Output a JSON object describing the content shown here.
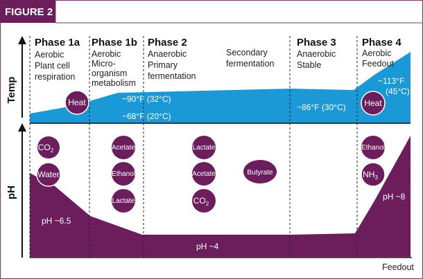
{
  "figure_label": "FIGURE 2",
  "colors": {
    "purple": "#6b1d5c",
    "blue": "#1a99d6",
    "header": "#6b1d5c",
    "frame": "#7a3270"
  },
  "axes": {
    "temp": "Temp",
    "ph": "pH",
    "x_end": "Feedout"
  },
  "phases": [
    {
      "title": "Phase 1a",
      "desc": [
        "Aerobic",
        "Plant cell",
        "respiration"
      ]
    },
    {
      "title": "Phase 1b",
      "desc": [
        "Aerobic",
        "Micro-",
        "organism",
        "metabolism"
      ]
    },
    {
      "title": "Phase 2",
      "desc": [
        "Anaerobic",
        "Primary",
        "fermentation"
      ]
    },
    {
      "title": "",
      "desc": [
        "Secondary",
        "fermentation"
      ]
    },
    {
      "title": "Phase 3",
      "desc": [
        "Anaerobic",
        "Stable"
      ]
    },
    {
      "title": "Phase 4",
      "desc": [
        "Aerobic",
        "Feedout"
      ]
    }
  ],
  "temp_labels": [
    "~90°F (32°C)",
    "~68°F (20°C)",
    "~86°F (30°C)",
    "~113°F",
    "(45°C)"
  ],
  "ph_labels": [
    "pH ~6.5",
    "pH ~4",
    "pH ~8"
  ],
  "bubbles": {
    "heat": "Heat",
    "co2": "CO",
    "co2_sub": "2",
    "water": "Water",
    "acetate": "Acetate",
    "ethanol": "Ethanol",
    "lactate": "Lactate",
    "butyrate": "Butyrate",
    "nh3": "NH",
    "nh3_sub": "3"
  }
}
